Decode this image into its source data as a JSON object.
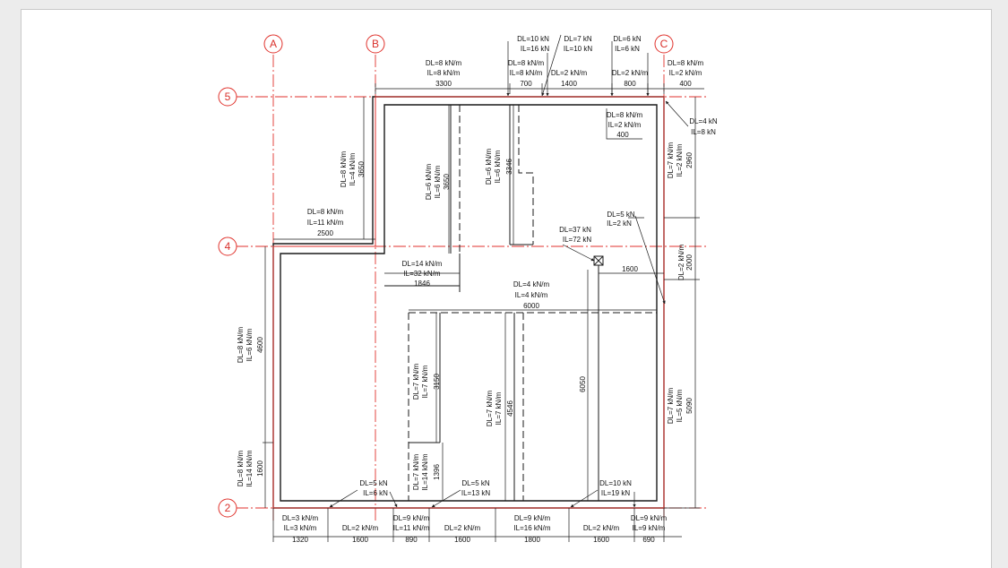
{
  "colors": {
    "wall": "#e0322c",
    "axis": "#e0322c",
    "ink": "#1a1a1a",
    "paper": "#ffffff",
    "backdrop": "#ececec"
  },
  "grid": {
    "vertical": [
      "A",
      "B",
      "C"
    ],
    "horizontal": [
      "5",
      "4",
      "2"
    ]
  },
  "top": {
    "seg1": {
      "l1": "DL=8 kN/m",
      "l2": "IL=8 kN/m",
      "dim": "3300"
    },
    "seg2": {
      "l1": "DL=8 kN/m",
      "l2": "IL=8 kN/m",
      "dim": "700"
    },
    "seg3": {
      "l1": "DL=2 kN/m",
      "dim": "1400"
    },
    "seg4": {
      "l1": "DL=2 kN/m",
      "dim": "800"
    },
    "seg5": {
      "l1": "DL=8 kN/m",
      "l2": "IL=2 kN/m",
      "dim": "400"
    },
    "pt1": {
      "l1": "DL=10 kN",
      "l2": "IL=16 kN"
    },
    "pt2": {
      "l1": "DL=7 kN",
      "l2": "IL=10 kN"
    },
    "pt3": {
      "l1": "DL=6 kN",
      "l2": "IL=6 kN"
    }
  },
  "right": {
    "pt_corner": {
      "l1": "DL=4 kN",
      "l2": "IL=8 kN"
    },
    "upper": {
      "l1": "DL=7 kN/m",
      "l2": "IL=2 kN/m",
      "dim": "2960"
    },
    "mid": {
      "l1": "DL=2 kN/m",
      "dim": "2000"
    },
    "lower": {
      "l1": "DL=7 kN/m",
      "l2": "IL=5 kN/m",
      "dim": "5090"
    },
    "pt": {
      "l1": "DL=5 kN",
      "l2": "IL=2 kN"
    }
  },
  "interior": {
    "inner_top": {
      "l1": "DL=8 kN/m",
      "l2": "IL=2 kN/m",
      "dim": "400"
    },
    "left_upper_wall": {
      "l1": "DL=8 kN/m",
      "l2": "IL=4 kN/m",
      "dim": "3650"
    },
    "wall_a": {
      "l1": "DL=6 kN/m",
      "l2": "IL=6 kN/m",
      "dim": "3650"
    },
    "wall_b": {
      "l1": "DL=6 kN/m",
      "l2": "IL=6 kN/m",
      "dim": "3346"
    },
    "step_wall": {
      "l1": "DL=8 kN/m",
      "l2": "IL=11 kN/m",
      "dim": "2500"
    },
    "beam_short": {
      "l1": "DL=14 kN/m",
      "l2": "IL=32 kN/m",
      "dim": "1846"
    },
    "column": {
      "l1": "DL=37 kN",
      "l2": "IL=72 kN",
      "dim": "1600"
    },
    "beam_long": {
      "l1": "DL=4 kN/m",
      "l2": "IL=4 kN/m",
      "dim": "6000"
    },
    "wall_c": {
      "l1": "DL=7 kN/m",
      "l2": "IL=7 kN/m",
      "dim": "3150"
    },
    "wall_d": {
      "l1": "DL=7 kN/m",
      "l2": "IL=14 kN/m",
      "dim": "1396"
    },
    "wall_e": {
      "l1": "DL=7 kN/m",
      "l2": "IL=7 kN/m",
      "dim": "4546"
    },
    "height_dim": "6050"
  },
  "left": {
    "upper": {
      "l1": "DL=8 kN/m",
      "l2": "IL=6 kN/m",
      "dim": "4600"
    },
    "lower": {
      "l1": "DL=8 kN/m",
      "l2": "IL=14 kN/m",
      "dim": "1600"
    }
  },
  "bottom": {
    "pt1": {
      "l1": "DL=5 kN",
      "l2": "IL=6 kN"
    },
    "pt2": {
      "l1": "DL=5 kN",
      "l2": "IL=13 kN"
    },
    "pt3": {
      "l1": "DL=10 kN",
      "l2": "IL=19 kN"
    },
    "segs": [
      {
        "l1": "DL=3 kN/m",
        "l2": "IL=3 kN/m",
        "dim": "1320"
      },
      {
        "l1": "DL=2 kN/m",
        "l2": "",
        "dim": "1600"
      },
      {
        "l1": "DL=9 kN/m",
        "l2": "IL=11 kN/m",
        "dim": "890"
      },
      {
        "l1": "DL=2 kN/m",
        "l2": "",
        "dim": "1600"
      },
      {
        "l1": "DL=9 kN/m",
        "l2": "IL=16 kN/m",
        "dim": "1800"
      },
      {
        "l1": "DL=2 kN/m",
        "l2": "",
        "dim": "1600"
      },
      {
        "l1": "DL=9 kN/m",
        "l2": "IL=9 kN/m",
        "dim": "690"
      }
    ]
  }
}
